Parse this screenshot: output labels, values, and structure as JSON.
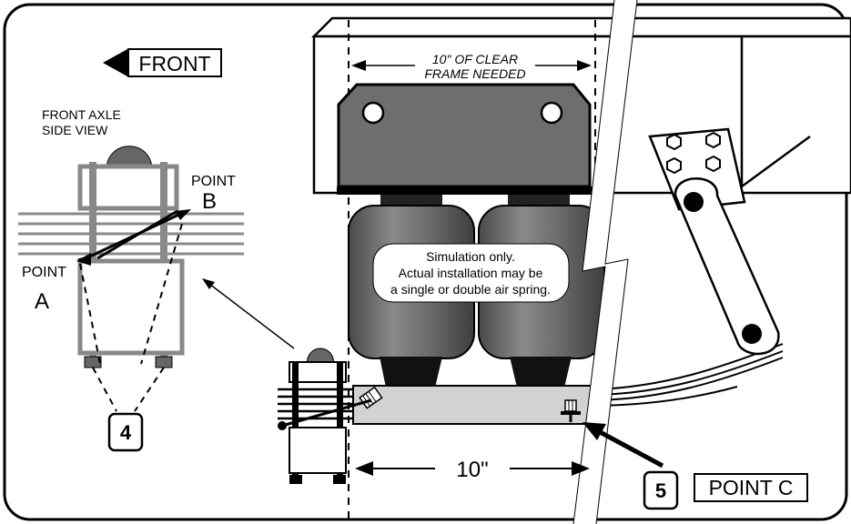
{
  "labels": {
    "front": "FRONT",
    "axle_line1": "FRONT AXLE",
    "axle_line2": "SIDE VIEW",
    "point_word_b": "POINT",
    "point_letter_b": "B",
    "point_word_a": "POINT",
    "point_letter_a": "A",
    "clear_line1": "10\" OF CLEAR",
    "clear_line2": "FRAME NEEDED",
    "note_line1": "Simulation only.",
    "note_line2": "Actual installation may be",
    "note_line3": "a single or double air spring.",
    "dim_bottom": "10\"",
    "callout_4": "4",
    "callout_5": "5",
    "point_c": "POINT C"
  },
  "colors": {
    "ink": "#000000",
    "bracket_gray": "#6e6e6e",
    "spring_gray": "#6a6a6a",
    "plate_gray": "#d2d2d2",
    "leaf_gray": "#8a8a8a",
    "paper": "#ffffff"
  }
}
